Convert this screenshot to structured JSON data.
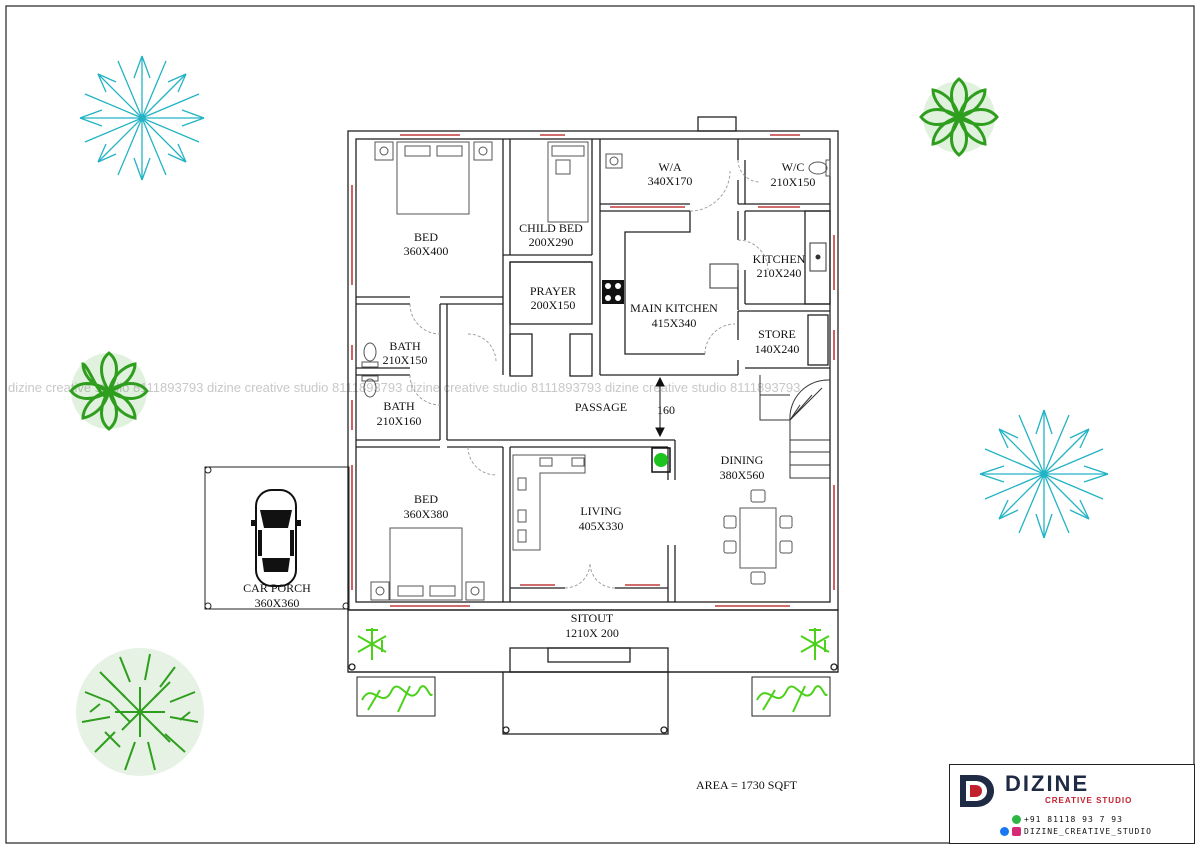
{
  "rooms": {
    "bed1": {
      "name": "BED",
      "size": "360X400"
    },
    "child_bed": {
      "name": "CHILD BED",
      "size": "200X290"
    },
    "wa": {
      "name": "W/A",
      "size": "340X170"
    },
    "wc": {
      "name": "W/C",
      "size": "210X150"
    },
    "kitchen": {
      "name": "KITCHEN",
      "size": "210X240"
    },
    "prayer": {
      "name": "PRAYER",
      "size": "200X150"
    },
    "main_kitchen": {
      "name": "MAIN KITCHEN",
      "size": "415X340"
    },
    "store": {
      "name": "STORE",
      "size": "140X240"
    },
    "bath1": {
      "name": "BATH",
      "size": "210X150"
    },
    "bath2": {
      "name": "BATH",
      "size": "210X160"
    },
    "passage": {
      "name": "PASSAGE"
    },
    "dining": {
      "name": "DINING",
      "size": "380X560"
    },
    "bed2": {
      "name": "BED",
      "size": "360X380"
    },
    "living": {
      "name": "LIVING",
      "size": "405X330"
    },
    "car_porch": {
      "name": "CAR PORCH",
      "size": "360X360"
    },
    "sitout": {
      "name": "SITOUT",
      "size": "1210X 200"
    }
  },
  "dimension_mark": "160",
  "area_text": "AREA = 1730 SQFT",
  "watermark": "dizine creative studio 8111893793 dizine creative studio 8111893793 dizine creative studio 8111893793 dizine creative studio 8111893793",
  "brand": {
    "name": "DIZINE",
    "subtitle": "CREATIVE STUDIO",
    "phone": "+91 81118 93 7 93",
    "social": "DIZINE_CREATIVE_STUDIO"
  },
  "colors": {
    "wall": "#222222",
    "window": "#c23b3b",
    "tree_cyan": "#22b3c4",
    "tree_green": "#2f9e1e",
    "shrub_green": "#4cd11a",
    "brand_navy": "#1f2a44",
    "brand_red": "#c3202e"
  }
}
